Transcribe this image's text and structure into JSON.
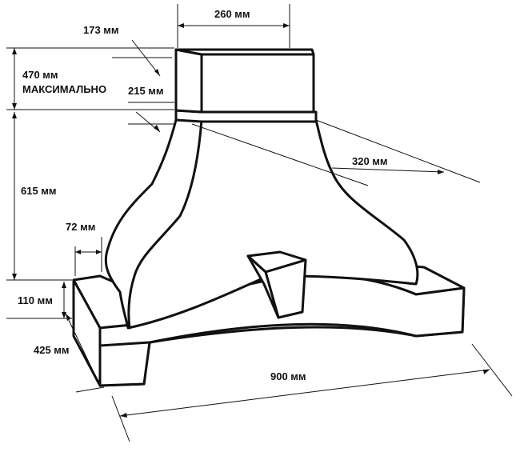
{
  "labels": {
    "top_width": "260 мм",
    "top_depth": "173 мм",
    "top_height": "470 мм",
    "top_height_note": "МАКСИМАЛЬНО",
    "collar_depth": "215 мм",
    "body_height": "615 мм",
    "body_depth": "320 мм",
    "base_inset": "72 мм",
    "base_height": "110 мм",
    "base_depth": "425 мм",
    "base_width": "900 мм"
  },
  "colors": {
    "line": "#111111",
    "fill": "#ffffff"
  }
}
